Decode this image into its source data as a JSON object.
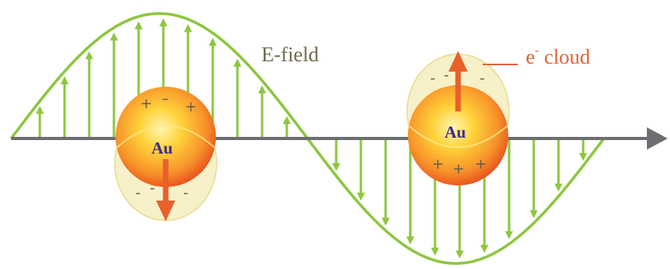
{
  "labels": {
    "efield": "E-field",
    "ecloud_prefix": "e",
    "ecloud_sup": "-",
    "ecloud_suffix": " cloud"
  },
  "particles": [
    {
      "symbol": "Au",
      "top_charges": [
        "+",
        "–",
        "+"
      ],
      "bottom_charges": [
        "-",
        "-",
        "-"
      ],
      "dipole_arrow": "down"
    },
    {
      "symbol": "Au",
      "top_charges": [
        "-",
        "-",
        "-"
      ],
      "bottom_charges": [
        "+",
        "+",
        "+"
      ],
      "dipole_arrow": "up"
    }
  ],
  "colors": {
    "wave": "#8dc63f",
    "axis": "#6d6e71",
    "sphere_core": "#ffd23a",
    "sphere_edge": "#f26a24",
    "cloud": "#f3eaa6",
    "arrow": "#e8602c",
    "label_efield": "#6f6a4c",
    "label_ecloud": "#e0653a",
    "au_text": "#3d2a8a"
  }
}
